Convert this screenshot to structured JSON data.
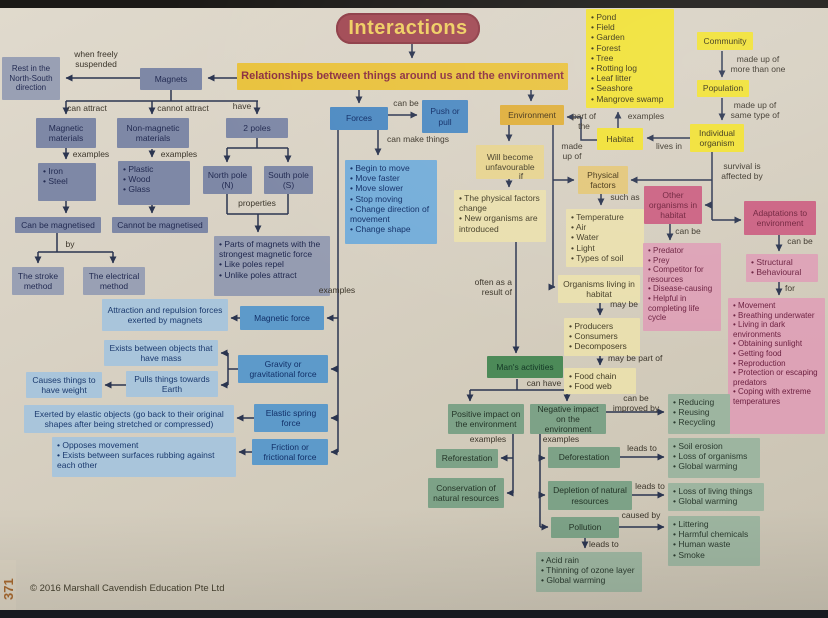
{
  "title": "Interactions",
  "subtitle": "Relationships between things around us and the environment",
  "colors": {
    "title_bg": "#a24a54",
    "title_text": "#efce62",
    "subtitle_bg": "#e9c23d",
    "magnet_slate": "#7e88a6",
    "force_blue": "#4d8ac2",
    "environment_gold": "#dfae3a",
    "habitat_yellow": "#f1e135",
    "pale_yellow": "#e9dfae",
    "organism_pink": "#cb6182",
    "organism_pink_light": "#dda2b6",
    "activity_green": "#4c8a58",
    "activity_green_light": "#7da287",
    "arrow": "#2b3550",
    "paper": "#d8d1c3"
  },
  "magnets": {
    "node": "Magnets",
    "rest": "Rest in the North-South direction",
    "when_freely": "when freely suspended",
    "can_attract": "can attract",
    "cannot_attract": "cannot attract",
    "have": "have",
    "magnetic": "Magnetic materials",
    "non_magnetic": "Non-magnetic materials",
    "two_poles": "2 poles",
    "examples_magnetic": "examples",
    "examples_non_magnetic": "examples",
    "magnetic_examples": "• Iron\n• Steel",
    "non_magnetic_examples": "• Plastic\n• Wood\n• Glass",
    "north_pole": "North pole (N)",
    "south_pole": "South pole (S)",
    "properties_label": "properties",
    "pole_properties": "• Parts of magnets with the strongest magnetic force\n• Like poles repel\n• Unlike poles attract",
    "can_be_magnetised": "Can be magnetised",
    "cannot_be_magnetised": "Cannot be magnetised",
    "by": "by",
    "stroke_method": "The stroke method",
    "electrical_method": "The electrical method"
  },
  "forces": {
    "node": "Forces",
    "can_be": "can be",
    "push_or_pull": "Push or pull",
    "can_make_things": "can make things",
    "effects": "• Begin to move\n• Move faster\n• Move slower\n• Stop moving\n• Change direction of movement\n• Change shape",
    "examples": "examples",
    "magnetic_force": "Magnetic force",
    "magnetic_desc": "Attraction and repulsion forces exerted by magnets",
    "gravity": "Gravity or gravitational force",
    "gravity_desc_mass": "Exists between objects that have mass",
    "gravity_desc_pulls": "Pulls things towards Earth",
    "weight": "Causes things to have weight",
    "elastic": "Elastic spring force",
    "elastic_desc": "Exerted by elastic objects (go back to their original shapes after being stretched or compressed)",
    "friction": "Friction or frictional force",
    "friction_desc": "• Opposes movement\n• Exists between surfaces rubbing against each other"
  },
  "environment": {
    "node": "Environment",
    "part_of_the": "part of the",
    "habitat": "Habitat",
    "examples_label": "examples",
    "habitat_examples": "• Pond\n• Field\n• Garden\n• Forest\n• Tree\n• Rotting log\n• Leaf litter\n• Seashore\n• Mangrove swamp",
    "lives_in": "lives in",
    "community": "Community",
    "made_up_of_more": "made up of more than one",
    "population": "Population",
    "made_up_of_same": "made up of same type of",
    "individual_organism": "Individual organism",
    "survival": "survival is affected by",
    "made_up_of": "made up of",
    "will_become": "Will become unfavourable",
    "if_label": "if",
    "unfavourable_causes": "• The physical factors change\n• New organisms are introduced",
    "often_label": "often as a result of",
    "physical_factors": "Physical factors",
    "such_as": "such as",
    "factors": "• Temperature\n• Air\n• Water\n• Light\n• Types of soil",
    "organisms_living": "Organisms living in habitat",
    "may_be": "may be",
    "organism_types": "• Producers\n• Consumers\n• Decomposers",
    "may_be_part_of": "may be part of",
    "food": "• Food chain\n• Food web"
  },
  "organisms": {
    "other": "Other organisms in habitat",
    "can_be": "can be",
    "roles": "• Predator\n• Prey\n• Competitor for resources\n• Disease-causing\n• Helpful in completing life cycle",
    "adaptations": "Adaptations to environment",
    "adapt_can_be": "can be",
    "adaptation_types": "• Structural\n• Behavioural",
    "for_label": "for",
    "adaptation_purposes": "• Movement\n• Breathing underwater\n• Living in dark environments\n• Obtaining sunlight\n• Getting food\n• Reproduction\n• Protection or escaping predators\n• Coping with extreme temperatures"
  },
  "activities": {
    "node": "Man's activities",
    "can_have": "can have",
    "positive": "Positive impact on the environment",
    "negative": "Negative impact on the environment",
    "examples_positive": "examples",
    "examples_negative": "examples",
    "improved_by": "can be improved by",
    "three_rs": "• Reducing\n• Reusing\n• Recycling",
    "reforestation": "Reforestation",
    "conservation": "Conservation of natural resources",
    "deforestation": "Deforestation",
    "leads_to_1": "leads to",
    "deforestation_effects": "• Soil erosion\n• Loss of organisms\n• Global warming",
    "depletion": "Depletion of natural resources",
    "leads_to_2": "leads to",
    "depletion_effects": "• Loss of living things\n• Global warming",
    "pollution": "Pollution",
    "caused_by": "caused by",
    "pollution_causes": "• Littering\n• Harmful chemicals\n• Human waste\n• Smoke",
    "leads_to_3": "leads to",
    "pollution_effects": "• Acid rain\n• Thinning of ozone layer\n• Global warming"
  },
  "footer": {
    "copyright": "© 2016 Marshall Cavendish Education Pte Ltd",
    "page": "371"
  }
}
